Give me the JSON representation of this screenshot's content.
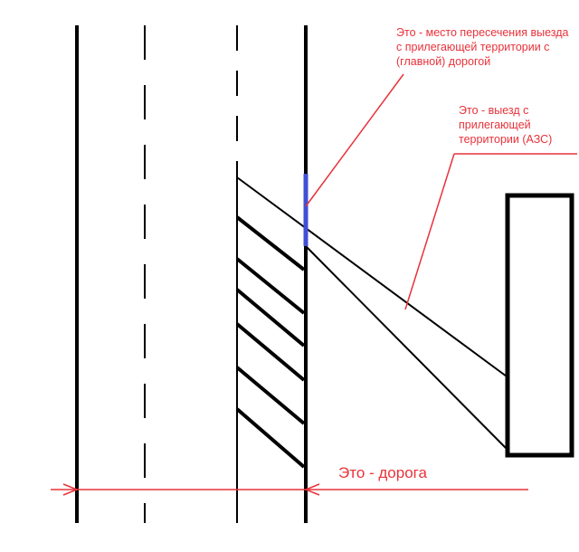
{
  "annotations": {
    "intersection": {
      "lines": [
        "Это - место пересечения выезда",
        "с прилегающей территории с",
        "(главной) дорогой"
      ]
    },
    "exit": {
      "lines": [
        "Это - выезд с",
        "прилегающей",
        "территории (АЗС)"
      ]
    },
    "road": {
      "text": "Это - дорога"
    }
  },
  "colors": {
    "line": "#000000",
    "annotation": "#e8323a",
    "intersection_mark": "#3f4fd6"
  }
}
